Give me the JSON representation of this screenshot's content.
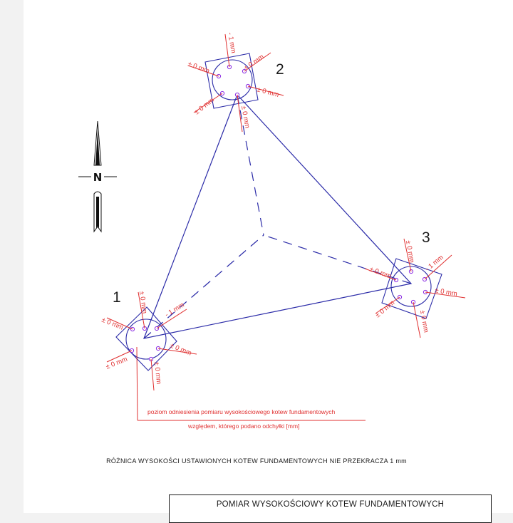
{
  "points": [
    {
      "number": "1",
      "labels": [
        "± 0 mm",
        "- 1 mm",
        "± 0 mm",
        "± 0 mm",
        "± 0 mm",
        "± 0 mm"
      ]
    },
    {
      "number": "2",
      "labels": [
        "- 1 mm",
        "± 0 mm",
        "± 0 mm",
        "± 0 mm",
        "± 0 mm",
        "± 0 mm"
      ]
    },
    {
      "number": "3",
      "labels": [
        "± 0 mm",
        "- 1 mm",
        "± 0 mm",
        "± 0 mm",
        "± 0 mm",
        "± 0 mm"
      ]
    }
  ],
  "north_label": "N",
  "reference_note": {
    "line1": "poziom odniesienia pomiaru wysokościowego kotew fundamentowych",
    "line2": "względem, którego podano odchyłki [mm]"
  },
  "note": "RÓŻNICA WYSOKOŚCI USTAWIONYCH KOTEW FUNDAMENTOWYCH NIE PRZEKRACZA 1 mm",
  "title": "POMIAR WYSOKOŚCIOWY KOTEW FUNDAMENTOWYCH",
  "colors": {
    "structure": "#2b2ba8",
    "annotation": "#e03030",
    "anchor": "#8a2be2",
    "text": "#1a1a1a"
  }
}
